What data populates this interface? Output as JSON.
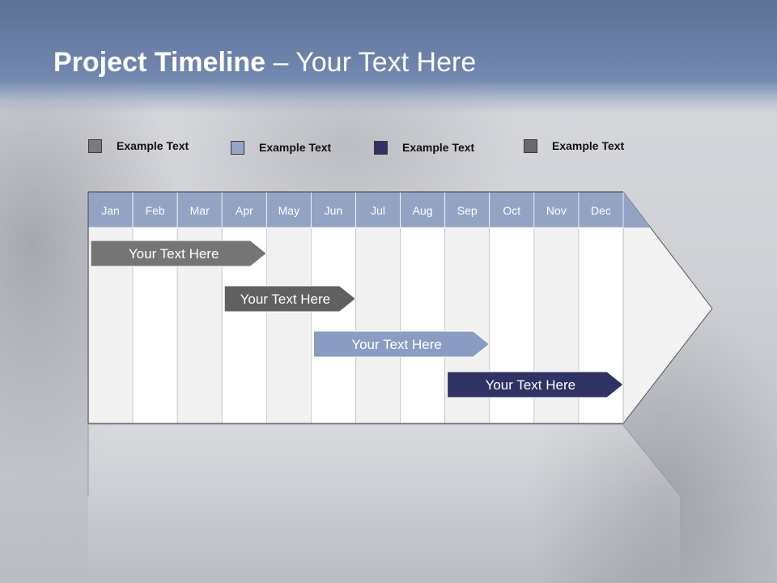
{
  "title": {
    "bold": "Project Timeline",
    "rest": " – Your Text Here"
  },
  "legend": [
    {
      "label": "Example Text",
      "color": "#7a7a7a"
    },
    {
      "label": "Example Text",
      "color": "#93a4c6"
    },
    {
      "label": "Example Text",
      "color": "#2f3262"
    },
    {
      "label": "Example Text",
      "color": "#6a6a6a"
    }
  ],
  "months": [
    "Jan",
    "Feb",
    "Mar",
    "Apr",
    "May",
    "Jun",
    "Jul",
    "Aug",
    "Sep",
    "Oct",
    "Nov",
    "Dec"
  ],
  "colors": {
    "header": "#93a3c4",
    "column_shaded": "#f1f1f1",
    "column_plain": "#ffffff",
    "arrow_head": "#f3f3f3"
  },
  "tasks": [
    {
      "label": "Your  Text Here",
      "start_month": "Jan",
      "end_month": "Apr",
      "color": "#757575"
    },
    {
      "label": "Your  Text Here",
      "start_month": "Apr",
      "end_month": "Jun",
      "color": "#606060"
    },
    {
      "label": "Your  Text Here",
      "start_month": "Jun",
      "end_month": "Sep",
      "color": "#8a9cc2"
    },
    {
      "label": "Your  Text Here",
      "start_month": "Sep",
      "end_month": "Dec",
      "color": "#2f3262"
    }
  ]
}
